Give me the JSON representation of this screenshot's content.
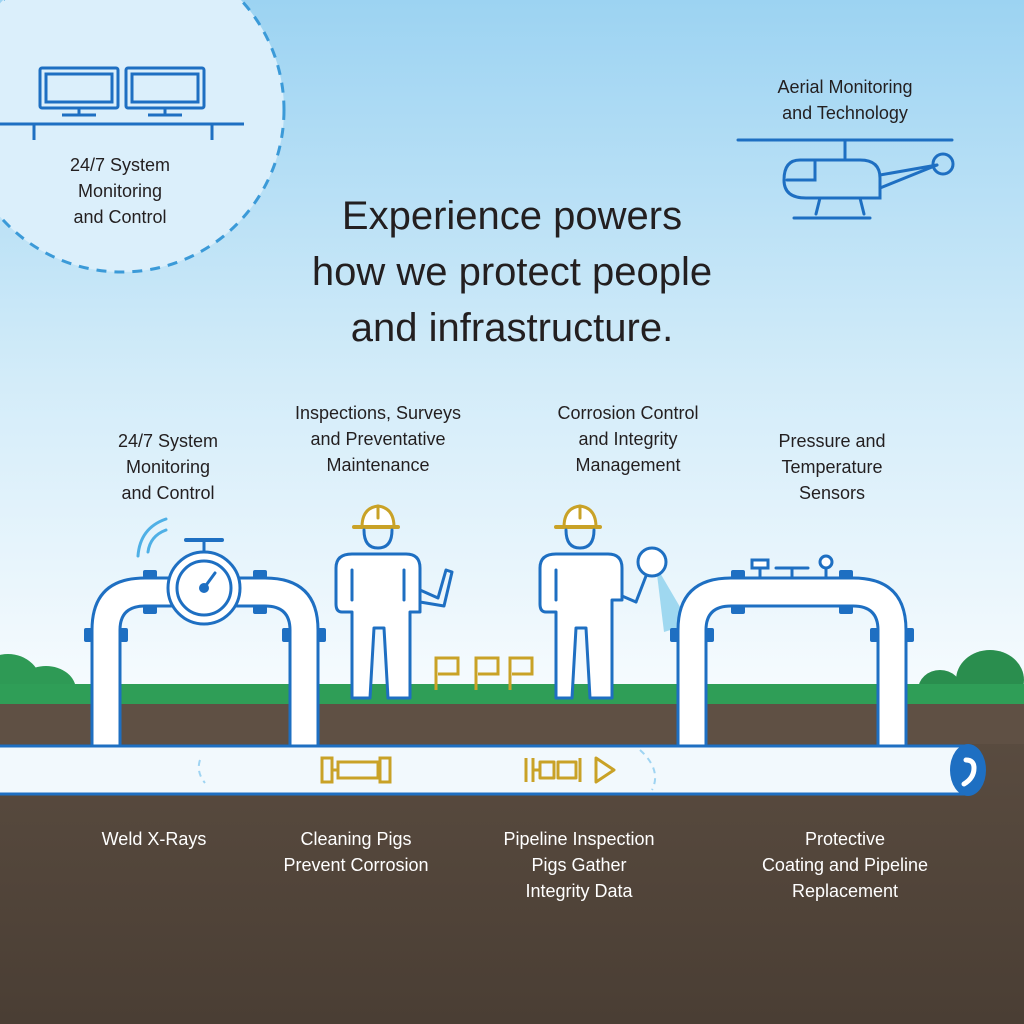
{
  "headline": {
    "line1": "Experience powers",
    "line2": "how we protect people",
    "line3": "and infrastructure."
  },
  "top_labels": {
    "control_room": [
      "24/7 System",
      "Monitoring",
      "and Control"
    ],
    "aerial": [
      "Aerial Monitoring",
      "and Technology"
    ]
  },
  "above_ground_labels": {
    "monitoring": [
      "24/7 System",
      "Monitoring",
      "and Control"
    ],
    "inspections": [
      "Inspections, Surveys",
      "and Preventative",
      "Maintenance"
    ],
    "corrosion": [
      "Corrosion Control",
      "and Integrity",
      "Management"
    ],
    "sensors": [
      "Pressure and",
      "Temperature",
      "Sensors"
    ]
  },
  "below_ground_labels": {
    "xray": [
      "Weld X-Rays"
    ],
    "cleaning_pigs": [
      "Cleaning Pigs",
      "Prevent Corrosion"
    ],
    "inspection_pigs": [
      "Pipeline Inspection",
      "Pigs Gather",
      "Integrity Data"
    ],
    "coating": [
      "Protective",
      "Coating and Pipeline",
      "Replacement"
    ]
  },
  "colors": {
    "line_blue": "#1e6fc2",
    "gold": "#c9a227",
    "grass": "#2f9e57",
    "soil": "#5b4d41",
    "sky_top": "#9cd3f2"
  },
  "icons": [
    "dual-monitor-icon",
    "helicopter-icon",
    "pressure-gauge-icon",
    "worker-with-tablet-icon",
    "worker-with-magnifier-icon",
    "sensor-icon",
    "cleaning-pig-icon",
    "inspection-pig-icon"
  ]
}
